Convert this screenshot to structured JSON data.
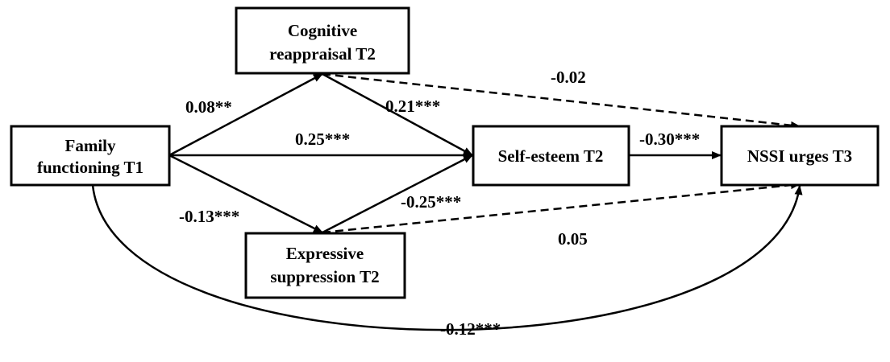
{
  "nodes": {
    "family": {
      "line1": "Family",
      "line2": "functioning T1"
    },
    "cognitive": {
      "line1": "Cognitive",
      "line2": "reappraisal T2"
    },
    "expressive": {
      "line1": "Expressive",
      "line2": "suppression T2"
    },
    "selfesteem": {
      "line1": "Self-esteem T2"
    },
    "nssi": {
      "line1": "NSSI urges T3"
    }
  },
  "paths": {
    "family_cognitive": "0.08**",
    "cognitive_selfesteem": "0.21***",
    "family_selfesteem": "0.25***",
    "cognitive_nssi": "-0.02",
    "selfesteem_nssi": "-0.30***",
    "family_expressive": "-0.13***",
    "expressive_selfesteem": "-0.25***",
    "expressive_nssi": "0.05",
    "family_nssi": "-0.12***"
  }
}
